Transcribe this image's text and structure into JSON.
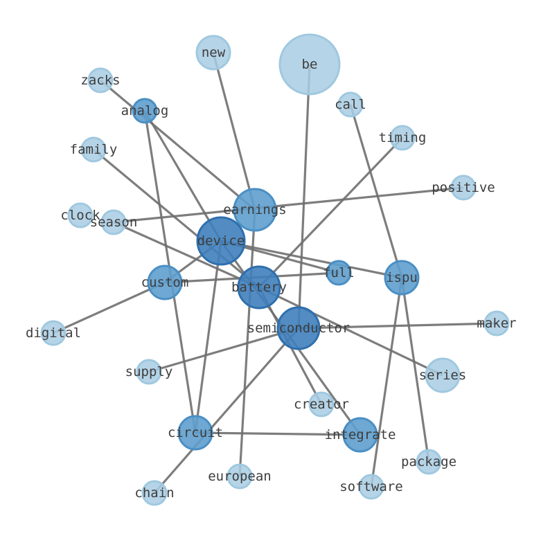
{
  "graph": {
    "palette": {
      "light_fill": "#a9cde3",
      "light_stroke": "#9fc8e0",
      "mid_fill": "#5e9fce",
      "mid_stroke": "#4a8fc4",
      "dark_fill": "#3f7fbd",
      "dark_stroke": "#2f6fad",
      "edge": "#6f6f6f",
      "label": "#3d3d3d"
    },
    "nodes": [
      {
        "id": "be",
        "label": "be",
        "tone": "light"
      },
      {
        "id": "new",
        "label": "new",
        "tone": "light"
      },
      {
        "id": "zacks",
        "label": "zacks",
        "tone": "light"
      },
      {
        "id": "analog",
        "label": "analog",
        "tone": "mid"
      },
      {
        "id": "call",
        "label": "call",
        "tone": "light"
      },
      {
        "id": "timing",
        "label": "timing",
        "tone": "light"
      },
      {
        "id": "family",
        "label": "family",
        "tone": "light"
      },
      {
        "id": "positive",
        "label": "positive",
        "tone": "light"
      },
      {
        "id": "earnings",
        "label": "earnings",
        "tone": "mid"
      },
      {
        "id": "clock",
        "label": "clock",
        "tone": "light"
      },
      {
        "id": "season",
        "label": "season",
        "tone": "light"
      },
      {
        "id": "device",
        "label": "device",
        "tone": "dark"
      },
      {
        "id": "full",
        "label": "full",
        "tone": "mid"
      },
      {
        "id": "ispu",
        "label": "ispu",
        "tone": "mid"
      },
      {
        "id": "custom",
        "label": "custom",
        "tone": "mid"
      },
      {
        "id": "battery",
        "label": "battery",
        "tone": "dark"
      },
      {
        "id": "maker",
        "label": "maker",
        "tone": "light"
      },
      {
        "id": "semiconductor",
        "label": "semiconductor",
        "tone": "dark"
      },
      {
        "id": "digital",
        "label": "digital",
        "tone": "light"
      },
      {
        "id": "supply",
        "label": "supply",
        "tone": "light"
      },
      {
        "id": "series",
        "label": "series",
        "tone": "light"
      },
      {
        "id": "creator",
        "label": "creator",
        "tone": "light"
      },
      {
        "id": "circuit",
        "label": "circuit",
        "tone": "mid"
      },
      {
        "id": "integrate",
        "label": "integrate",
        "tone": "mid"
      },
      {
        "id": "package",
        "label": "package",
        "tone": "light"
      },
      {
        "id": "european",
        "label": "european",
        "tone": "light"
      },
      {
        "id": "software",
        "label": "software",
        "tone": "light"
      },
      {
        "id": "chain",
        "label": "chain",
        "tone": "light"
      }
    ],
    "edges": [
      [
        "new",
        "earnings"
      ],
      [
        "be",
        "semiconductor"
      ],
      [
        "zacks",
        "earnings"
      ],
      [
        "analog",
        "device"
      ],
      [
        "analog",
        "circuit"
      ],
      [
        "call",
        "ispu"
      ],
      [
        "timing",
        "battery"
      ],
      [
        "family",
        "battery"
      ],
      [
        "positive",
        "season"
      ],
      [
        "earnings",
        "european"
      ],
      [
        "season",
        "battery"
      ],
      [
        "battery",
        "series"
      ],
      [
        "device",
        "full"
      ],
      [
        "device",
        "ispu"
      ],
      [
        "device",
        "custom"
      ],
      [
        "device",
        "integrate"
      ],
      [
        "device",
        "circuit"
      ],
      [
        "custom",
        "full"
      ],
      [
        "custom",
        "digital"
      ],
      [
        "battery",
        "creator"
      ],
      [
        "semiconductor",
        "maker"
      ],
      [
        "semiconductor",
        "supply"
      ],
      [
        "semiconductor",
        "chain"
      ],
      [
        "circuit",
        "integrate"
      ],
      [
        "ispu",
        "package"
      ],
      [
        "ispu",
        "software"
      ]
    ]
  }
}
